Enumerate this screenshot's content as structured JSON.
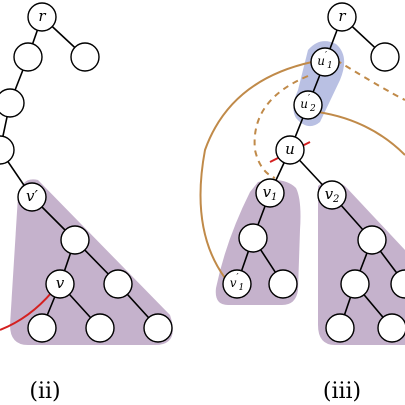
{
  "panels": [
    {
      "caption": "(ii)"
    },
    {
      "caption": "(iii)"
    }
  ],
  "labels": {
    "ii_root": "r",
    "ii_v_prime": "v′",
    "ii_v": "v",
    "iii_root": "r",
    "iii_u1p_base": "u",
    "iii_u1p_sup": "′",
    "iii_u1p_sub": "1",
    "iii_u2p_base": "u",
    "iii_u2p_sup": "′",
    "iii_u2p_sub": "2",
    "iii_u": "u",
    "iii_v1_base": "v",
    "iii_v1_sub": "1",
    "iii_v2_base": "v",
    "iii_v2_sub": "2",
    "iii_v1p_base": "v",
    "iii_v1p_sup": "′",
    "iii_v1p_sub": "1"
  },
  "colors": {
    "subtree_region": "#bfaac7",
    "path_region": "#b9c0e3",
    "arc": "#c08a49",
    "cut": "#d42020"
  }
}
